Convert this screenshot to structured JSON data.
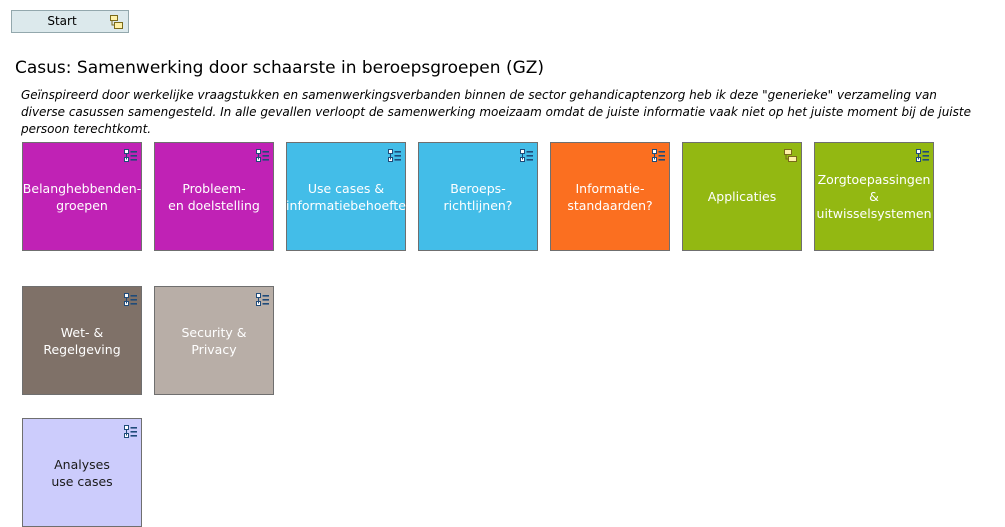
{
  "start_button": {
    "label": "Start",
    "icon": "diagram-link-icon"
  },
  "page": {
    "title": "Casus: Samenwerking door schaarste in beroepsgroepen (GZ)",
    "description": "Geïnspireerd door werkelijke vraagstukken en samenwerkingsverbanden binnen de sector gehandicaptenzorg heb ik deze \"generieke\" verzameling van diverse casussen samengesteld. In alle gevallen verloopt de samenwerking moeizaam omdat de juiste informatie vaak niet op het juiste moment bij de juiste persoon terechtkomt."
  },
  "tiles": [
    {
      "label": "Belanghebbenden-\ngroepen",
      "color": "#c022b5",
      "icon": "package-diagram-icon"
    },
    {
      "label": "Probleem-\nen doelstelling",
      "color": "#c022b5",
      "icon": "package-diagram-icon"
    },
    {
      "label": "Use cases &\ninformatiebehoefte",
      "color": "#43bde8",
      "icon": "package-diagram-icon"
    },
    {
      "label": "Beroeps-\nrichtlijnen?",
      "color": "#43bde8",
      "icon": "package-diagram-icon"
    },
    {
      "label": "Informatie-\nstandaarden?",
      "color": "#fb6f20",
      "icon": "package-diagram-icon"
    },
    {
      "label": "Applicaties",
      "color": "#93b812",
      "icon": "diagram-link-icon"
    },
    {
      "label": "Zorgtoepassingen\n&\nuitwisselsystemen",
      "color": "#93b812",
      "icon": "package-diagram-icon"
    },
    {
      "label": "Wet- &\nRegelgeving",
      "color": "#7f7168",
      "icon": "package-diagram-icon"
    },
    {
      "label": "Security & Privacy",
      "color": "#b8aea7",
      "icon": "package-diagram-icon"
    },
    {
      "label": "Analyses\nuse cases",
      "color": "#ccccfc",
      "icon": "package-diagram-icon",
      "text_color": "#1a1a1a"
    }
  ]
}
